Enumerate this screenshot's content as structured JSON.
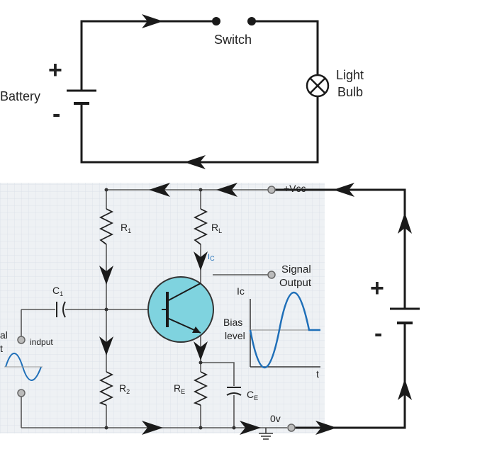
{
  "top_circuit": {
    "battery_label": "Battery",
    "plus_sign": "+",
    "minus_sign": "-",
    "switch_label": "Switch",
    "bulb_label_line1": "Light",
    "bulb_label_line2": "Bulb"
  },
  "amp_circuit": {
    "vcc_label": "+Vcc",
    "r1_label": "R",
    "r1_sub": "1",
    "rl_label": "R",
    "rl_sub": "L",
    "ic_small_label": "I",
    "ic_small_sub": "C",
    "signal_output_line1": "Signal",
    "signal_output_line2": "Output",
    "c1_label": "C",
    "c1_sub": "1",
    "input_label": "indput",
    "signal_input_line1": "al",
    "signal_input_line2": "t",
    "r2_label": "R",
    "r2_sub": "2",
    "re_label": "R",
    "re_sub": "E",
    "ce_label": "C",
    "ce_sub": "E",
    "zero_v_label": "0v",
    "graph_y_label": "Ic",
    "graph_x_label": "t",
    "bias_label_line1": "Bias",
    "bias_label_line2": "level",
    "plus_sign": "+",
    "minus_sign": "-"
  },
  "colors": {
    "wire": "#1a1a1a",
    "grid_bg": "#eef1f4",
    "grid_line": "#dde3ea",
    "transistor_fill": "#7fd3df",
    "wave": "#1f6fb8",
    "bias_line": "#999999",
    "small_label": "#1f6fb8"
  }
}
